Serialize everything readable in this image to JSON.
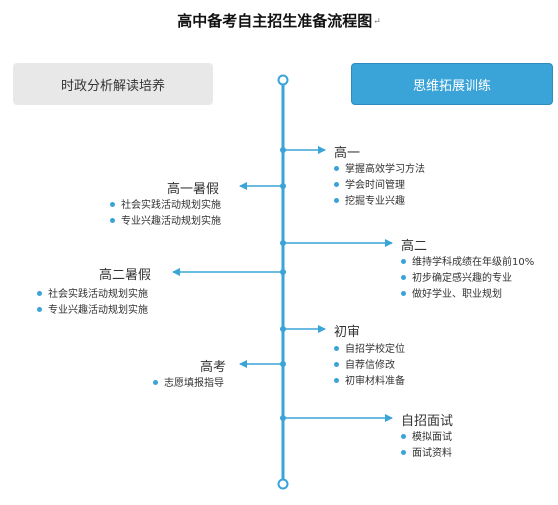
{
  "title": "高中备考自主招生准备流程图",
  "title_mark": "↵",
  "left_header": "时政分析解读培养",
  "right_header": "思维拓展训练",
  "right_nodes": [
    {
      "label": "高一",
      "items": [
        "掌握高效学习方法",
        "学会时间管理",
        "挖掘专业兴趣"
      ]
    },
    {
      "label": "高二",
      "items": [
        "维持学科成绩在年级前10%",
        "初步确定感兴趣的专业",
        "做好学业、职业规划"
      ]
    },
    {
      "label": "初审",
      "items": [
        "自招学校定位",
        "自荐信修改",
        "初审材料准备"
      ]
    },
    {
      "label": "自招面试",
      "items": [
        "模拟面试",
        "面试资料"
      ]
    }
  ],
  "left_nodes": [
    {
      "label": "高一暑假",
      "items": [
        "社会实践活动规划实施",
        "专业兴趣活动规划实施"
      ]
    },
    {
      "label": "高二暑假",
      "items": [
        "社会实践活动规划实施",
        "专业兴趣活动规划实施"
      ]
    },
    {
      "label": "高考",
      "items": [
        "志愿填报指导"
      ]
    }
  ],
  "colors": {
    "accent": "#3aa3d8",
    "left_box": "#e8e8e8",
    "text": "#333333"
  }
}
